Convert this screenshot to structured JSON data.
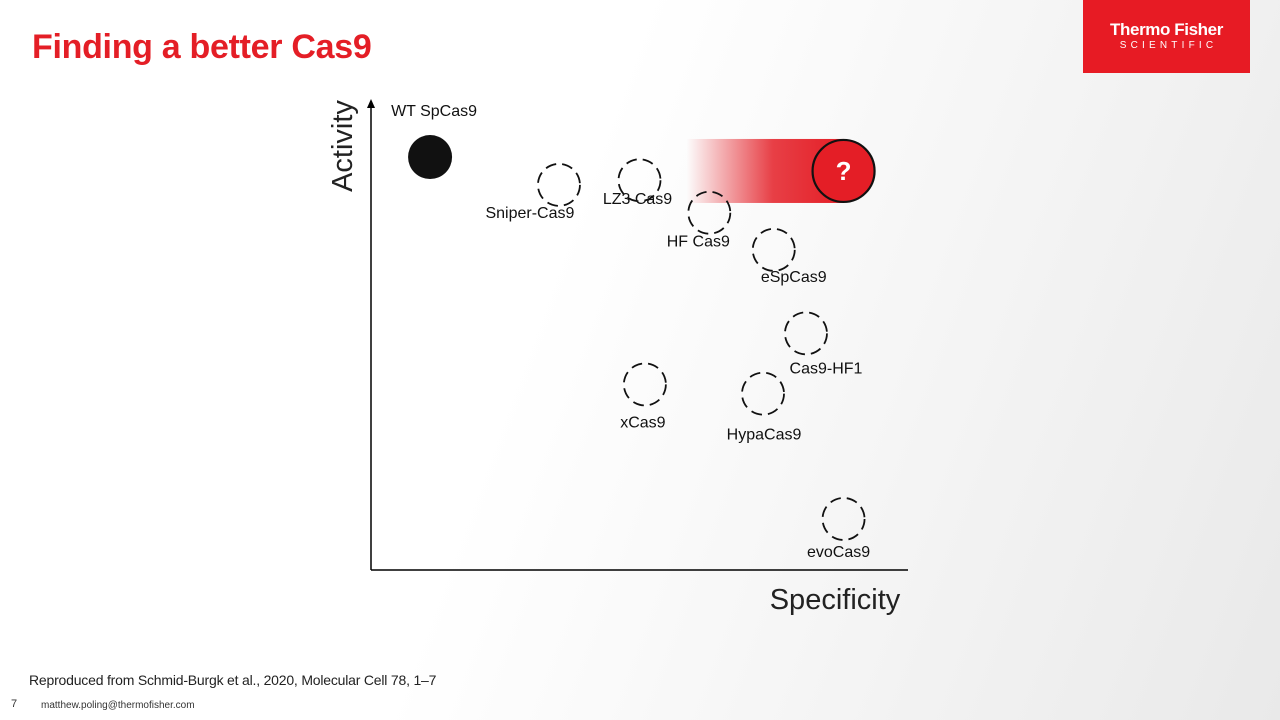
{
  "slide": {
    "title": "Finding a better Cas9",
    "citation": "Reproduced from Schmid-Burgk et al., 2020, Molecular Cell 78, 1–7",
    "page_number": "7",
    "footer_email": "matthew.poling@thermofisher.com"
  },
  "brand": {
    "line1": "Thermo Fisher",
    "line2": "SCIENTIFIC",
    "color": "#e71b24"
  },
  "colors": {
    "title": "#e41e26",
    "highlight": "#e41e26",
    "filled_point": "#111111",
    "axis": "#000000"
  },
  "chart_data": {
    "type": "scatter",
    "xlabel": "Specificity",
    "ylabel": "Activity",
    "xlim": [
      0,
      100
    ],
    "ylim": [
      0,
      100
    ],
    "grid": false,
    "points": [
      {
        "label": "WT SpCas9",
        "x": 11,
        "y": 89,
        "style": "filled"
      },
      {
        "label": "Sniper-Cas9",
        "x": 35,
        "y": 83,
        "style": "dashed"
      },
      {
        "label": "LZ3 Cas9",
        "x": 50,
        "y": 84,
        "style": "dashed"
      },
      {
        "label": "HF Cas9",
        "x": 63,
        "y": 77,
        "style": "dashed"
      },
      {
        "label": "eSpCas9",
        "x": 75,
        "y": 69,
        "style": "dashed"
      },
      {
        "label": "Cas9-HF1",
        "x": 81,
        "y": 51,
        "style": "dashed"
      },
      {
        "label": "xCas9",
        "x": 51,
        "y": 40,
        "style": "dashed"
      },
      {
        "label": "HypaCas9",
        "x": 73,
        "y": 38,
        "style": "dashed"
      },
      {
        "label": "evoCas9",
        "x": 88,
        "y": 11,
        "style": "dashed"
      }
    ],
    "annotation": {
      "label": "?",
      "x": 88,
      "y": 86,
      "highlight": "gradient-arrow"
    }
  }
}
